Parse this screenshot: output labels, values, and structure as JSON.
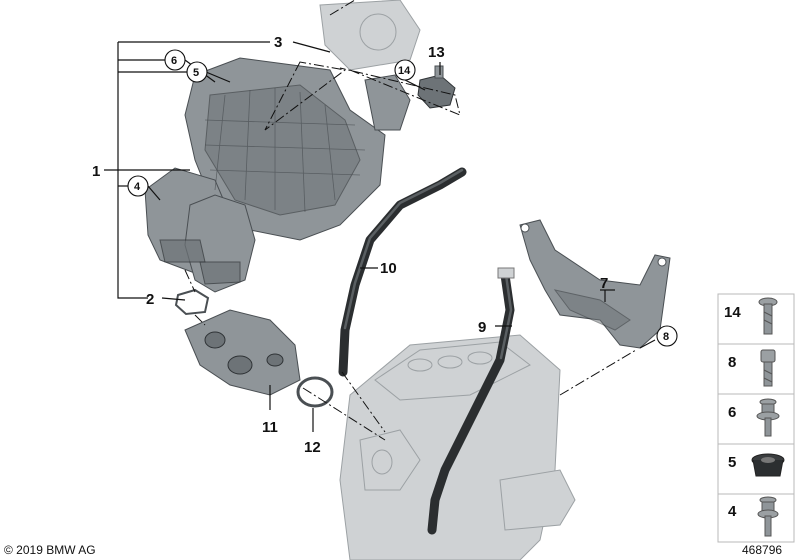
{
  "diagram": {
    "callouts": {
      "c1": "1",
      "c2": "2",
      "c3": "3",
      "c4": "4",
      "c5": "5",
      "c6": "6",
      "c7": "7",
      "c8": "8",
      "c9": "9",
      "c10": "10",
      "c11": "11",
      "c12": "12",
      "c13": "13",
      "c14": "14"
    },
    "legend": [
      "14",
      "8",
      "6",
      "5",
      "4"
    ],
    "copyright": "© 2019 BMW AG",
    "diagram_number": "468796"
  },
  "colors": {
    "part": "#8f9599",
    "part_dark": "#6d7377",
    "engine_ghost": "#cfd2d4",
    "hose": "#2b2e30"
  }
}
